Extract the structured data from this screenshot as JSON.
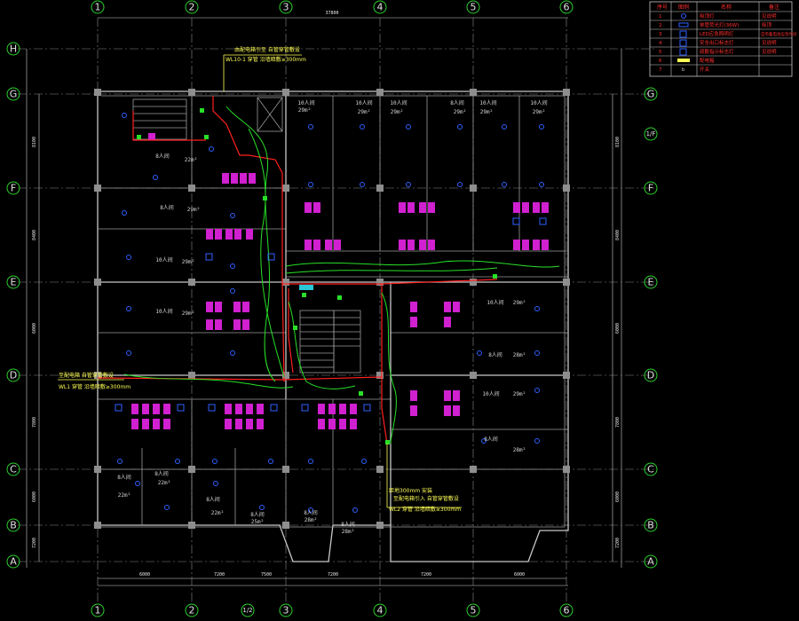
{
  "grid_axes": {
    "columns": [
      "1",
      "2",
      "3",
      "4",
      "5",
      "6"
    ],
    "rows": [
      "H",
      "G",
      "F",
      "E",
      "D",
      "C",
      "B",
      "A"
    ],
    "extra_column": "1/2",
    "extra_row": "1/F"
  },
  "legend": {
    "headers": [
      "序号",
      "图例",
      "名称",
      "备注"
    ],
    "rows": [
      {
        "no": "1",
        "name": "吸顶灯",
        "remark": "见说明"
      },
      {
        "no": "2",
        "name": "单管荧光灯(36W)",
        "remark": "吸顶"
      },
      {
        "no": "3",
        "name": "LED应急照明灯",
        "remark": "自带蓄电池应急时间"
      },
      {
        "no": "4",
        "name": "安全出口标志灯",
        "remark": "见说明"
      },
      {
        "no": "5",
        "name": "疏散指示标志灯",
        "remark": "见说明"
      },
      {
        "no": "6",
        "name": "配电箱",
        "remark": ""
      },
      {
        "no": "7",
        "name": "开关",
        "remark": ""
      }
    ]
  },
  "notes": [
    {
      "id": "note-top-1",
      "text": "由配电箱引至 自管穿管敷设"
    },
    {
      "id": "note-top-2",
      "text": "WL10-1 穿管 沿墙暗敷≥300mm"
    },
    {
      "id": "note-left-1",
      "text": "至配电箱 自管穿管敷设"
    },
    {
      "id": "note-left-2",
      "text": "WL1 穿管 沿墙暗敷≥300mm"
    },
    {
      "id": "note-right-1",
      "text": "距地300mm 安装"
    },
    {
      "id": "note-right-2",
      "text": "至配电箱引入 自管穿管敷设"
    },
    {
      "id": "note-right-3",
      "text": "WL2 穿管 沿墙暗敷≥300mm"
    }
  ],
  "rooms": [
    {
      "name": "8人间",
      "area": "22m²"
    },
    {
      "name": "8人间",
      "area": "29m²"
    },
    {
      "name": "10人间",
      "area": "29m²"
    },
    {
      "name": "10人间",
      "area": "29m²"
    },
    {
      "name": "10人间",
      "area": "29m²"
    },
    {
      "name": "10人间",
      "area": "29m²"
    },
    {
      "name": "10人间",
      "area": "29m²"
    },
    {
      "name": "8人间",
      "area": "29m²"
    },
    {
      "name": "10人间",
      "area": "29m²"
    },
    {
      "name": "10人间",
      "area": "29m²"
    },
    {
      "name": "8人间",
      "area": "22m²"
    },
    {
      "name": "8人间",
      "area": "22m²"
    },
    {
      "name": "8人间",
      "area": "22m²"
    },
    {
      "name": "8人间",
      "area": "25m²"
    },
    {
      "name": "8人间",
      "area": "28m²"
    },
    {
      "name": "8人间",
      "area": "28m²"
    },
    {
      "name": "10人间",
      "area": "29m²"
    },
    {
      "name": "8人间",
      "area": "28m²"
    },
    {
      "name": "10人间",
      "area": "29m²"
    },
    {
      "name": "8人间",
      "area": "28m²"
    }
  ],
  "dimensions": {
    "top_total": "37800",
    "bottom": [
      "6000",
      "7200",
      "7500",
      "7200",
      "7200",
      "6000"
    ],
    "left": [
      "8100",
      "8400",
      "6000",
      "7800",
      "6000",
      "7200"
    ],
    "right": [
      "8100",
      "8400",
      "6000",
      "7800",
      "6000",
      "7200"
    ]
  },
  "colors": {
    "background": "#000000",
    "wire_red": "#ff2020",
    "wire_green": "#28e028",
    "panel_magenta": "#d020d0",
    "fixture_blue": "#3060ff",
    "grid_bubble": "#2cd22c",
    "note_yellow": "#ffff55"
  }
}
